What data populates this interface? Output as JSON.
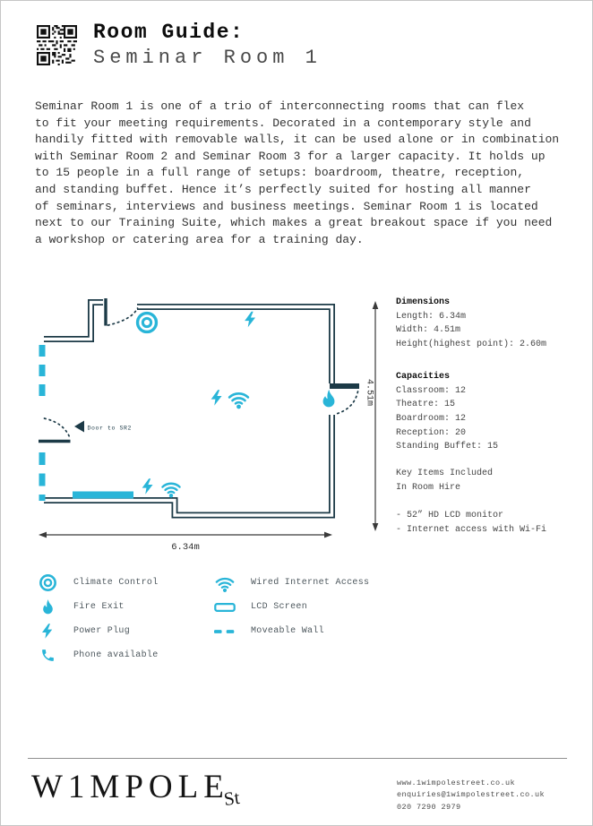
{
  "header": {
    "title_bold": "Room Guide:",
    "title_light": "Seminar Room 1"
  },
  "intro": "Seminar Room 1 is one of a trio of interconnecting rooms that can flex\nto fit your meeting requirements. Decorated in a contemporary style and\nhandily fitted with removable walls, it can be used alone or in combination\nwith Seminar Room 2 and Seminar Room 3 for a larger capacity. It holds up\nto 15 people in a full range of setups: boardroom, theatre, reception,\nand standing buffet. Hence it’s perfectly suited for hosting all manner\nof seminars, interviews and business meetings. Seminar Room 1 is located\nnext to our Training Suite, which makes a great breakout space if you need\na workshop or catering area for a training day.",
  "floorplan": {
    "door_label": "Door to SR2",
    "length_label": "6.34m",
    "width_label": "4.51m"
  },
  "details": {
    "dimensions": {
      "heading": "Dimensions",
      "rows": [
        "Length: 6.34m",
        "Width: 4.51m",
        "Height(highest point): 2.60m"
      ]
    },
    "capacities": {
      "heading": "Capacities",
      "rows": [
        "Classroom: 12",
        "Theatre: 15",
        "Boardroom: 12",
        "Reception: 20",
        "Standing Buffet: 15"
      ]
    },
    "key_items": {
      "heading_lines": [
        "Key Items Included",
        "In Room Hire"
      ],
      "rows": [
        "- 52” HD LCD monitor",
        "- Internet access with Wi-Fi"
      ]
    }
  },
  "legend": {
    "left": [
      {
        "icon": "climate-control-icon",
        "label": "Climate Control"
      },
      {
        "icon": "fire-exit-icon",
        "label": "Fire Exit"
      },
      {
        "icon": "power-plug-icon",
        "label": "Power Plug"
      },
      {
        "icon": "phone-icon",
        "label": "Phone available"
      }
    ],
    "right": [
      {
        "icon": "wifi-icon",
        "label": "Wired Internet Access"
      },
      {
        "icon": "lcd-screen-icon",
        "label": "LCD Screen"
      },
      {
        "icon": "moveable-wall-icon",
        "label": "Moveable Wall"
      }
    ]
  },
  "footer": {
    "logo_main": "W1MPOLE",
    "logo_sub": "St",
    "website": "www.1wimpolestreet.co.uk",
    "email": "enquiries@1wimpolestreet.co.uk",
    "phone": "020 7290 2979"
  },
  "colors": {
    "accent": "#29b5d8",
    "wall": "#1c3a47"
  }
}
